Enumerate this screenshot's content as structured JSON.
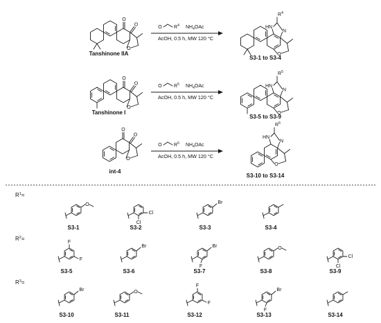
{
  "reactions": [
    {
      "reactant": "Tanshinone IIA",
      "product": "S3-1 to S3-4",
      "reagent_rgroup": "R",
      "reagent_sup": "4",
      "reagent_extra": "NH",
      "reagent_extra_sub": "4",
      "reagent_extra_tail": "OAc",
      "conditions": "AcOH, 0.5 h, MW 120 °C",
      "product_rgroup": "R",
      "product_sup": "4"
    },
    {
      "reactant": "Tanshinone I",
      "product": "S3-5 to S3-9",
      "reagent_rgroup": "R",
      "reagent_sup": "5",
      "reagent_extra": "NH",
      "reagent_extra_sub": "4",
      "reagent_extra_tail": "OAc",
      "conditions": "AcOH, 0.5 h, MW 120 °C",
      "product_rgroup": "R",
      "product_sup": "5"
    },
    {
      "reactant": "int-4",
      "product": "S3-10 to S3-14",
      "reagent_rgroup": "R",
      "reagent_sup": "6",
      "reagent_extra": "NH",
      "reagent_extra_sub": "4",
      "reagent_extra_tail": "OAc",
      "conditions": "AcOH, 0.5 h, MW 120 °C",
      "product_rgroup": "R",
      "product_sup": "6"
    }
  ],
  "atoms": {
    "O": "O",
    "HN": "HN",
    "N": "N"
  },
  "groups": [
    {
      "label": "R",
      "sup": "1",
      "eq": "=",
      "items": [
        {
          "id": "S3-1",
          "subs": [
            "O"
          ]
        },
        {
          "id": "S3-2",
          "subs": [
            "Cl",
            "Cl"
          ]
        },
        {
          "id": "S3-3",
          "subs": [
            "Br"
          ]
        },
        {
          "id": "S3-4",
          "subs": []
        }
      ]
    },
    {
      "label": "R",
      "sup": "2",
      "eq": "=",
      "items": [
        {
          "id": "S3-5",
          "subs": [
            "F",
            "F"
          ]
        },
        {
          "id": "S3-6",
          "subs": [
            "Br"
          ]
        },
        {
          "id": "S3-7",
          "subs": [
            "Br",
            "F"
          ]
        },
        {
          "id": "S3-8",
          "subs": [
            "O"
          ]
        },
        {
          "id": "S3-9",
          "subs": [
            "Cl",
            "Cl"
          ]
        }
      ]
    },
    {
      "label": "R",
      "sup": "3",
      "eq": "=",
      "items": [
        {
          "id": "S3-10",
          "subs": [
            "Br"
          ]
        },
        {
          "id": "S3-11",
          "subs": [
            "O"
          ]
        },
        {
          "id": "S3-12",
          "subs": [
            "F",
            "F"
          ]
        },
        {
          "id": "S3-13",
          "subs": [
            "Br",
            "F"
          ]
        },
        {
          "id": "S3-14",
          "subs": []
        }
      ]
    }
  ]
}
